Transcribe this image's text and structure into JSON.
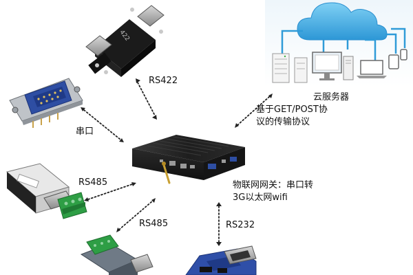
{
  "labels": {
    "rs422": "RS422",
    "serial": "串口",
    "rs485_a": "RS485",
    "rs485_b": "RS485",
    "rs232": "RS232",
    "cloud_server": "云服务器",
    "protocol_line1": "基于GET/POST协",
    "protocol_line2": "议的传输协议",
    "gateway_line1": "物联网网关：串口转",
    "gateway_line2": "3G以太网wifi"
  },
  "device_text": {
    "rs422_adapter_print": "422"
  },
  "colors": {
    "connector_line": "#222222",
    "cloud_blue": "#4fb3e6",
    "cloud_blue_dark": "#1e88c8",
    "gateway_body": "#1c1c1c",
    "connector_blue": "#2f4fa8",
    "terminal_green": "#2e9e45"
  }
}
